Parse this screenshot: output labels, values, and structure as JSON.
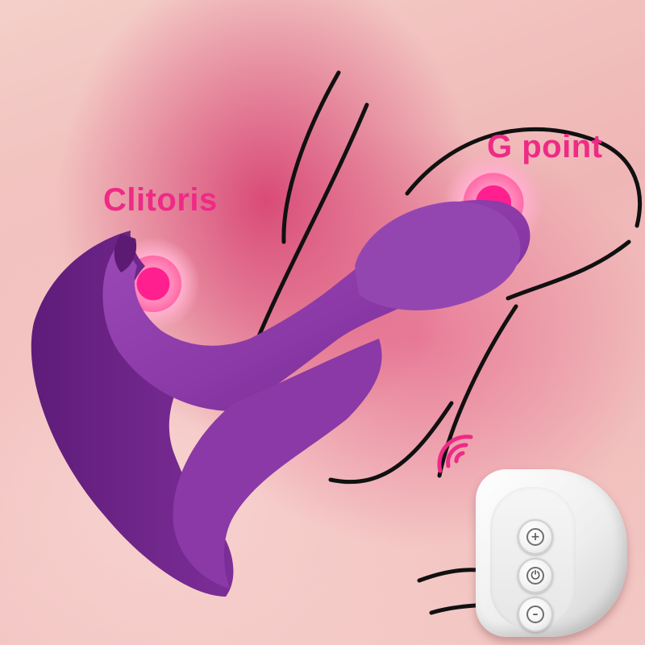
{
  "labels": {
    "clitoris": "Clitoris",
    "g_point": "G point"
  },
  "remote": {
    "buttons": [
      {
        "name": "plus",
        "glyph": "+"
      },
      {
        "name": "power",
        "glyph": "⏻"
      },
      {
        "name": "minus",
        "glyph": "–"
      }
    ]
  },
  "colors": {
    "label": "#ee2a86",
    "device": "#8e3ea9",
    "pulse": "#ff1f8e",
    "outline": "#111111",
    "remote": "#f2f2f2"
  },
  "icons": [
    "pulse-target-icon",
    "wireless-signal-icon",
    "plus-icon",
    "power-icon",
    "minus-icon"
  ]
}
